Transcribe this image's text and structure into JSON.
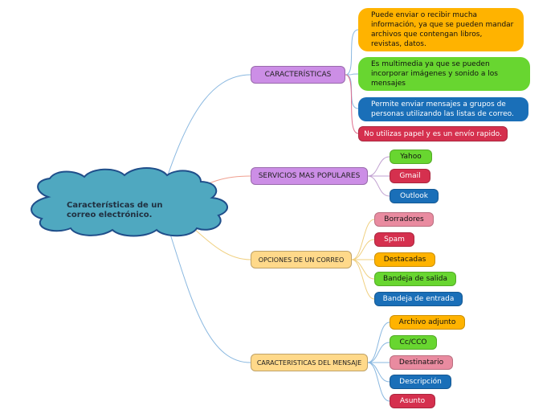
{
  "root": {
    "label": "Características de un correo electrónico."
  },
  "branches": [
    {
      "label": "CARACTERÍSTICAS",
      "children": [
        "Puede enviar o recibir mucha información, ya que se pueden mandar archivos que contengan libros, revistas, datos.",
        "Es multimedia ya que se pueden incorporar imágenes y sonido a los mensajes",
        "Permite enviar mensajes a grupos de personas utilizando las listas de correo.",
        "No utilizas papel y es un envío rapido."
      ]
    },
    {
      "label": "SERVICIOS MAS POPULARES",
      "children": [
        "Yahoo",
        "Gmail",
        "Outlook"
      ]
    },
    {
      "label": "OPCIONES DE UN CORREO",
      "children": [
        "Borradores",
        "Spam",
        "Destacadas",
        "Bandeja de salida",
        "Bandeja de entrada"
      ]
    },
    {
      "label": "CARACTERISTICAS DEL MENSAJE",
      "children": [
        "Archivo adjunto",
        "Cc/CCO",
        "Destinatario",
        "Descripción",
        "Asunto"
      ]
    }
  ],
  "colors": {
    "root_fill": "#4fa8c0",
    "purple": "#cc8ee6",
    "yellow": "#ffd98a",
    "orange": "#ffb300",
    "green": "#68d630",
    "blue": "#1a6fb8",
    "red": "#d5304e",
    "pink": "#e98ba0"
  }
}
